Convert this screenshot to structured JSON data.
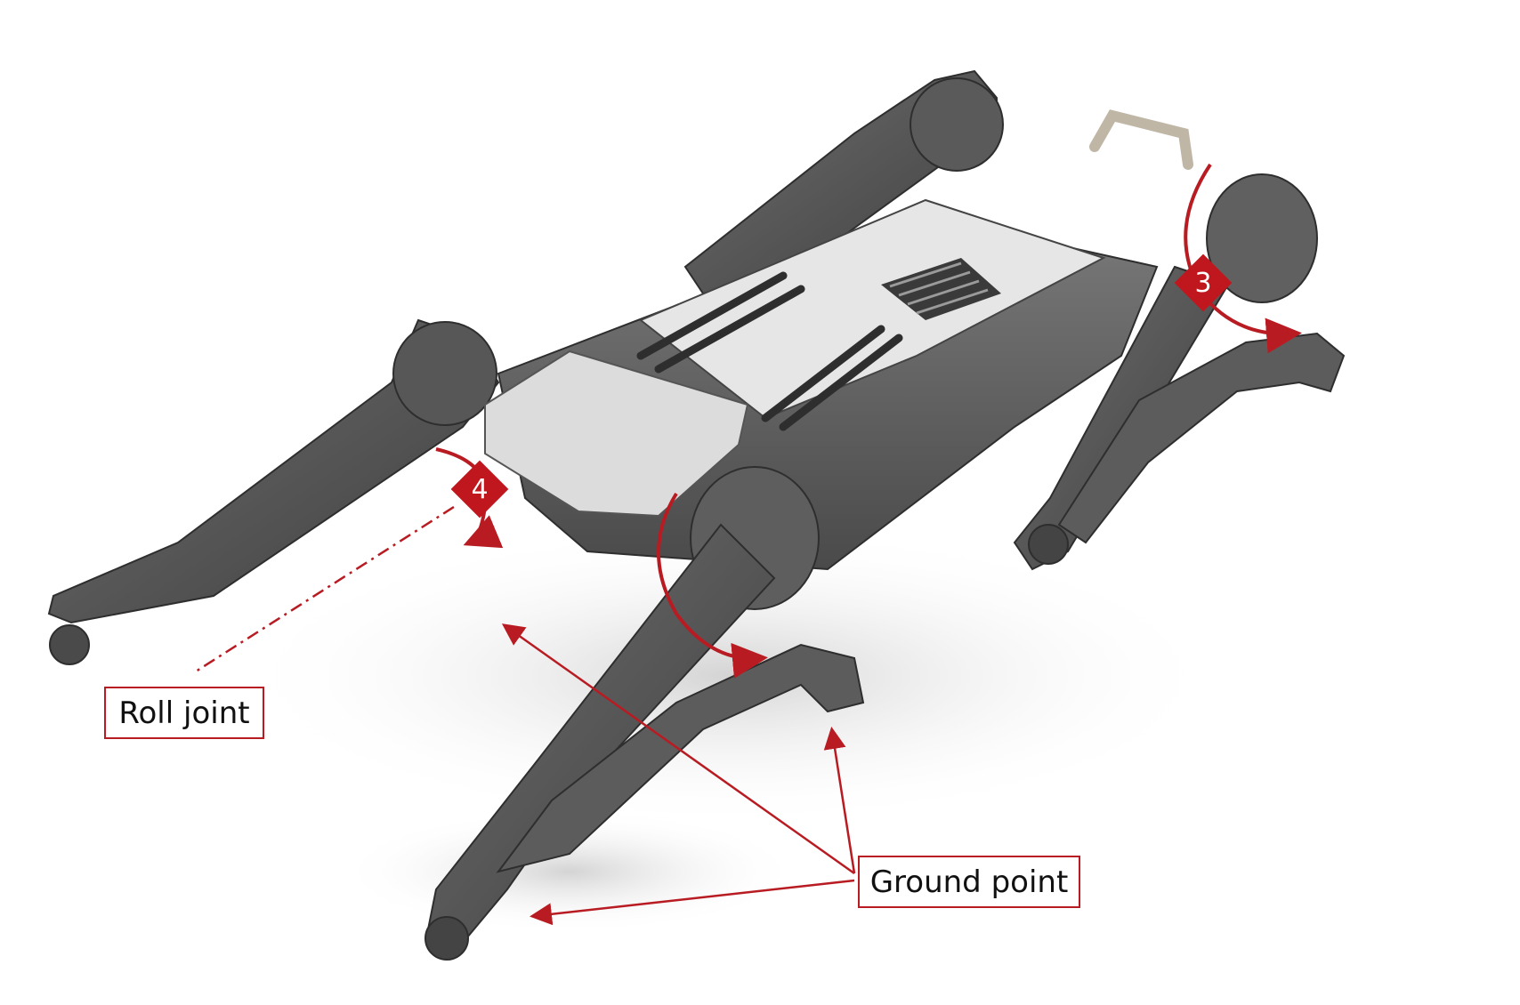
{
  "labels": {
    "roll_joint": "Roll joint",
    "ground_point": "Ground point"
  },
  "badges": {
    "front_joint": "4",
    "rear_joint": "3"
  },
  "colors": {
    "accent_red": "#c0161d",
    "callout_border": "#b81c22",
    "body_gray": "#5e5e5e",
    "leg_dark": "#4b4b4b",
    "panel_light": "#e9e9e9"
  }
}
